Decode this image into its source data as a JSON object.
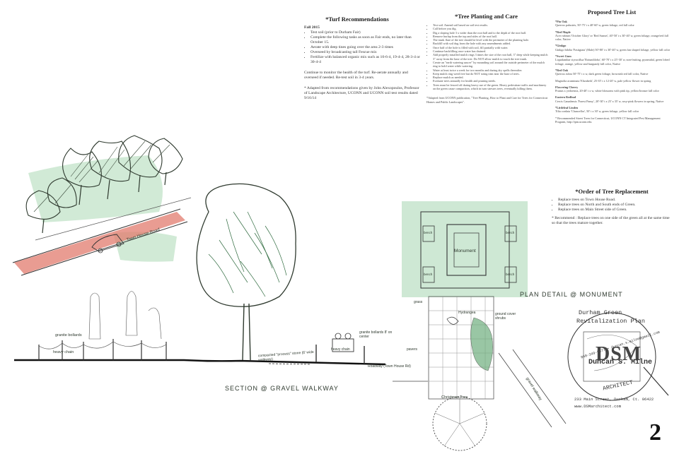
{
  "turf": {
    "title": "*Turf Recommendations",
    "season": "Fall 2015",
    "items": [
      "Test soil (prior to Durham Fair)",
      "Complete the following tasks as soon as Fair ends, no later than October 15.",
      "Aerate with deep tines going over the area 2-3 times",
      "Overseed by broadcasting tall Fescue mix",
      "Fertilize with balanced organic mix such as 10-6-4, 19-4-4, 28-3-4 or 30-4-4"
    ],
    "para": "Continue to monitor the health of the turf. Re-aerate annually and overseed if needed. Re-test soil in 3-4 years.",
    "footnote": "* Adapted from recommendations given by John Alexopoulos, Professor of Landscape Architecture, UCONN and UCONN soil test results dated 9/16/14"
  },
  "planting": {
    "title": "*Tree Planting and Care",
    "items": [
      "Test soil. Amend soil based on soil test results.",
      "Call before you dig.",
      "Dig a sloping hole 3 x wider than the root ball and to the depth of the root ball.",
      "Remove burlap from the top and sides of the root ball.",
      "The trunk flare of the tree should be level with the perimeter of the planting hole.",
      "Backfill with soil dug from the hole with any amendments added.",
      "Once half of the hole is filled with soil, fill partially with water.",
      "Continue backfilling once water has drained.",
      "Add properly installed mulch rings 3 times the size of the root ball, 3\" deep while keeping mulch 3\" away from the base of the tree. Do NOT allow mulch to touch the tree trunk.",
      "Create an \"earth watering saucer\" by mounding soil around the outside perimeter of the mulch ring to hold water while watering.",
      "Water at least twice a week for two months and during dry spells thereafter.",
      "Keep mulch ring weed free but do NOT string trim near the base of trees.",
      "Replace mulch as needed.",
      "Evaluate trees annually for health and pruning needs.",
      "Trees must be fenced off during heavy use of the green. Heavy pedestrian traffic and machinery on the green cause compaction, which in turn stresses trees, eventually killing them."
    ],
    "footnote": "*Adapted from UCONN publication, \"Tree Planting, How to Plant and Care for Trees for Connecticut Homes and Public Landscapes\"."
  },
  "trees": {
    "title": "Proposed Tree List",
    "items": [
      {
        "name": "*Pin Oak",
        "desc": "Quercus palustris, 50'-75' t x 40'-60' w, green foliage, red fall color"
      },
      {
        "name": "*Red Maple",
        "desc": "Acer rubrum 'October Glory' or 'Red Sunset', 40'-50' t x 30'-40' w, green foliage, orange/red fall color, Native"
      },
      {
        "name": "*Ginkgo",
        "desc": "Ginkgo biloba 'Fastigiata' (Male) 50'-80' t x 30'-40' w, green fan shaped foliage, yellow fall color"
      },
      {
        "name": "*Sweet Gum",
        "desc": "Liquidambar styraciflua 'Rotundiloba', 60'-70' t x 25'-30' w, non-fruiting, pyramidal, green lobed foliage, orange, yellow and burgundy fall color, Native"
      },
      {
        "name": "*Red Oak",
        "desc": "Quercus rubra 50'-75' t x w, dark green foliage, brownish red fall color, Native"
      },
      {
        "name": "",
        "desc": "Magnolia acuminata 'Elizabeth', 25-35' t x 12-20' w, pale yellow flower in spring"
      },
      {
        "name": "Flowering Cherry",
        "desc": "Prunus x yedoensis, 20-40' t x w, white blossoms with pink tip, yellow/bronze fall color"
      },
      {
        "name": "Eastern Redbud",
        "desc": "Cercis Canadensis 'Forest Pansy', 20'-30' t x 25' x 35' w, rosy-pink flowers in spring, Native"
      },
      {
        "name": "*Littleleaf Linden",
        "desc": "Tilia cordata 'Chancellor', 50' t x 30' w, green foliage, yellow fall color"
      }
    ],
    "footnote": "* Recommended Street Trees for Connecticut, UCONN CT Integrated Pest Management Program, http://ipm.uconn.edu"
  },
  "order": {
    "title": "*Order of Tree Replacement",
    "items": [
      "Replace trees on Town House Road.",
      "Replace trees on North and South ends of Green.",
      "Replace trees on Main Street side of Green."
    ],
    "note": "* Recommend : Replace trees on one side of the green all at the same time so that the trees mature together."
  },
  "sketch_labels": {
    "town_house_road": "Town House Road",
    "granite_bollards_left": "granite bollards",
    "heavy_chain_left": "heavy chain",
    "compacted_stone": "compacted \"process\" stone (6' wide walkway)",
    "heavy_chain_mid": "heavy chain",
    "granite_bollards_mid": "granite bollards 8' on center",
    "roadway": "Roadway (Town House Rd)",
    "section_caption": "SECTION @ GRAVEL WALKWAY",
    "plan_caption": "PLAN DETAIL @ MONUMENT",
    "monument": "Monument",
    "bench": "bench",
    "pavers": "pavers",
    "grass": "grass",
    "hydrangea": "Hydrangea",
    "ground_cover": "ground cover shrubs",
    "christmas_tree": "Christmas Tree",
    "gravel_walkway": "gravel walkway"
  },
  "title_block": {
    "project_line1": "Durham Green",
    "project_line2": "Revitalization Plan",
    "contact": "860-349-9877 • duncan.s.milne@gmail.com",
    "monogram": "DSM",
    "firm": "Duncan S. Milne",
    "role": "ARCHITECT",
    "address": "233 Main Street, Durham, Ct. 06422",
    "website": "www.DSMarchitect.com",
    "sheet": "2"
  },
  "colors": {
    "green_wash": "#b9dec4",
    "red_wash": "#e27b6e",
    "ink": "#1f2a1f"
  }
}
